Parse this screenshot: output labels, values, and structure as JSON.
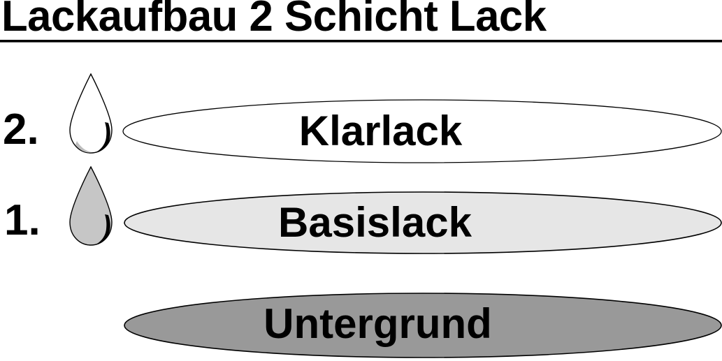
{
  "title": {
    "text": "Lackaufbau 2 Schicht Lack",
    "underline": true
  },
  "steps": [
    {
      "number": "2.",
      "droplet_icon": "paint-drop-icon",
      "droplet_fill": "#ffffff",
      "layer": "Klarlack"
    },
    {
      "number": "1.",
      "droplet_icon": "paint-drop-icon",
      "droplet_fill": "#c6c6c6",
      "layer": "Basislack"
    }
  ],
  "layers": [
    {
      "key": "clear",
      "label": "Klarlack",
      "fill": "#ffffff",
      "stroke": "#000000"
    },
    {
      "key": "base",
      "label": "Basislack",
      "fill": "#e6e6e6",
      "stroke": "#000000"
    },
    {
      "key": "ground",
      "label": "Untergrund",
      "fill": "#999999",
      "stroke": "#000000"
    }
  ],
  "colors": {
    "background": "#ffffff",
    "text": "#000000",
    "clear_layer": "#ffffff",
    "base_layer": "#e6e6e6",
    "ground_layer": "#999999",
    "drop_gray": "#c6c6c6"
  }
}
